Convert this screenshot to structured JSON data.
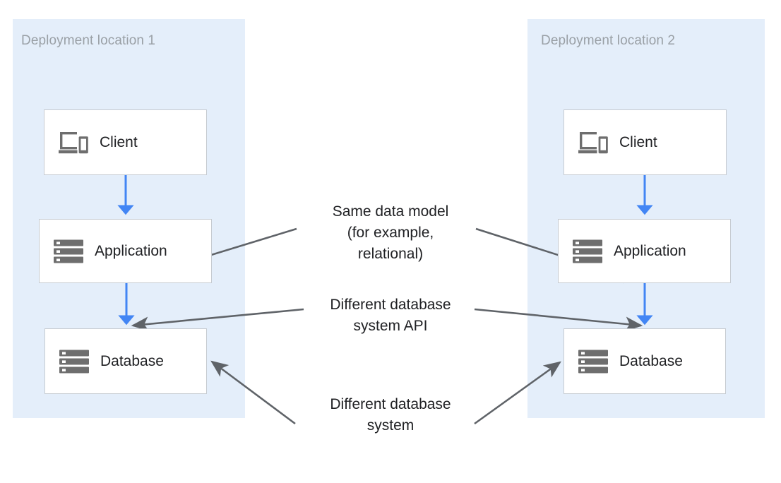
{
  "diagram": {
    "title_hidden": "",
    "colors": {
      "zone_background": "#e4eefa",
      "node_background": "#ffffff",
      "node_border": "#c6cbd1",
      "flow_arrow": "#4285f4",
      "annotation_arrow": "#5f6368",
      "zone_title_text": "#9aa0a6",
      "node_text": "#202124",
      "icon_fill": "#6e6e6e",
      "page_background": "#ffffff"
    }
  },
  "zones": [
    {
      "id": "zone-1",
      "title": "Deployment location 1",
      "nodes": [
        {
          "id": "client-1",
          "label": "Client",
          "icon": "devices-icon"
        },
        {
          "id": "application-1",
          "label": "Application",
          "icon": "server-icon"
        },
        {
          "id": "database-1",
          "label": "Database",
          "icon": "server-icon"
        }
      ]
    },
    {
      "id": "zone-2",
      "title": "Deployment location 2",
      "nodes": [
        {
          "id": "client-2",
          "label": "Client",
          "icon": "devices-icon"
        },
        {
          "id": "application-2",
          "label": "Application",
          "icon": "server-icon"
        },
        {
          "id": "database-2",
          "label": "Database",
          "icon": "server-icon"
        }
      ]
    }
  ],
  "annotations": [
    {
      "id": "annotation-same-data-model",
      "text": "Same data model\n(for example,\nrelational)"
    },
    {
      "id": "annotation-different-database-system-api",
      "text": "Different database\nsystem API"
    },
    {
      "id": "annotation-different-database-system",
      "text": "Different database\nsystem"
    }
  ],
  "flows": [
    {
      "id": "flow-client-1-to-application-1",
      "from": "client-1",
      "to": "application-1"
    },
    {
      "id": "flow-application-1-to-database-1",
      "from": "application-1",
      "to": "database-1"
    },
    {
      "id": "flow-client-2-to-application-2",
      "from": "client-2",
      "to": "application-2"
    },
    {
      "id": "flow-application-2-to-database-2",
      "from": "application-2",
      "to": "database-2"
    }
  ]
}
